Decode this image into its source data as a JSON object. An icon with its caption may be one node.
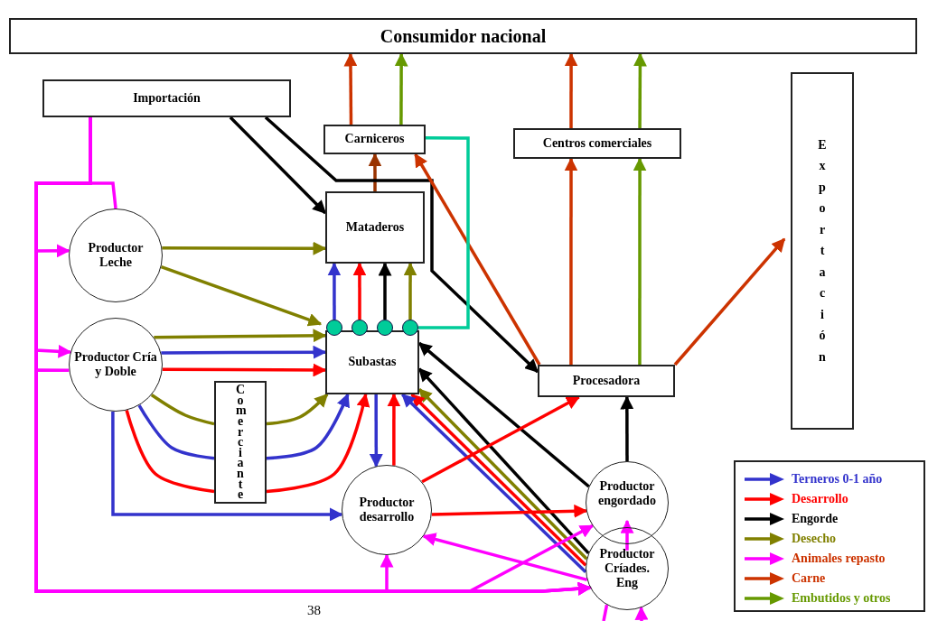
{
  "diagram": {
    "nodes": [
      {
        "text": [
          "Consumidor nacional"
        ]
      },
      {
        "text": [
          "Importación"
        ]
      },
      {
        "text": [
          "Carniceros"
        ]
      },
      {
        "text": [
          "Centros comerciales"
        ]
      },
      {
        "text": [
          "Exportación"
        ]
      },
      {
        "text": [
          "Mataderos"
        ]
      },
      {
        "text": [
          "Productor Leche"
        ]
      },
      {
        "text": [
          "Productor Cría y Doble"
        ]
      },
      {
        "text": [
          "Subastas"
        ]
      },
      {
        "text": [],
        "shape": "circle"
      },
      {
        "text": [],
        "shape": "circle"
      },
      {
        "text": [],
        "shape": "circle"
      },
      {
        "text": [],
        "shape": "circle"
      },
      {
        "text": [
          "Comerciante"
        ]
      },
      {
        "text": [
          "Procesadora"
        ]
      },
      {
        "text": [
          "Productor desarrollo"
        ]
      },
      {
        "text": [
          "Productor engordado"
        ]
      },
      {
        "text": [
          "Productor Críades. Eng"
        ]
      }
    ],
    "edges": [
      {
        "from": 2,
        "to": 0,
        "arrow": "to",
        "color": "#cc3300"
      },
      {
        "from": 2,
        "to": 0,
        "arrow": "to",
        "color": "#669900"
      },
      {
        "from": 3,
        "to": 0,
        "arrow": "to",
        "color": "#cc3300"
      },
      {
        "from": 3,
        "to": 0,
        "arrow": "to",
        "color": "#669900"
      },
      {
        "from": 5,
        "to": 2,
        "arrow": "to",
        "color": "#993300"
      },
      {
        "from": 1,
        "to": 5,
        "arrow": "to",
        "color": "#000000"
      },
      {
        "from": 1,
        "to": 14,
        "arrow": "to",
        "color": "#000000"
      },
      {
        "from": 14,
        "to": 2,
        "arrow": "to",
        "color": "#cc3300"
      },
      {
        "from": 14,
        "to": 3,
        "arrow": "to",
        "color": "#cc3300"
      },
      {
        "from": 14,
        "to": 3,
        "arrow": "to",
        "color": "#669900"
      },
      {
        "from": 14,
        "to": 4,
        "arrow": "to",
        "color": "#cc3300"
      },
      {
        "from": 6,
        "to": 5,
        "arrow": "to",
        "color": "#808000"
      },
      {
        "from": 6,
        "to": 8,
        "arrow": "to",
        "color": "#808000"
      },
      {
        "from": 7,
        "to": 8,
        "arrow": "to",
        "color": "#808000"
      },
      {
        "from": 7,
        "to": 8,
        "arrow": "to",
        "color": "#3333cc"
      },
      {
        "from": 7,
        "to": 8,
        "arrow": "to",
        "color": "#ff0000"
      },
      {
        "from": 7,
        "to": 13,
        "arrow": "none",
        "color": "#808000"
      },
      {
        "from": 7,
        "to": 13,
        "arrow": "none",
        "color": "#3333cc"
      },
      {
        "from": 7,
        "to": 13,
        "arrow": "none",
        "color": "#ff0000"
      },
      {
        "from": 13,
        "to": 8,
        "arrow": "to",
        "color": "#808000"
      },
      {
        "from": 13,
        "to": 8,
        "arrow": "to",
        "color": "#3333cc"
      },
      {
        "from": 13,
        "to": 8,
        "arrow": "to",
        "color": "#ff0000"
      },
      {
        "from": 7,
        "to": 15,
        "arrow": "to",
        "color": "#3333cc"
      },
      {
        "from": 8,
        "to": 15,
        "arrow": "to",
        "color": "#3333cc"
      },
      {
        "from": 15,
        "to": 8,
        "arrow": "to",
        "color": "#ff0000"
      },
      {
        "from": 9,
        "to": 5,
        "arrow": "to",
        "color": "#3333cc"
      },
      {
        "from": 10,
        "to": 5,
        "arrow": "to",
        "color": "#ff0000"
      },
      {
        "from": 11,
        "to": 5,
        "arrow": "to",
        "color": "#000000"
      },
      {
        "from": 12,
        "to": 5,
        "arrow": "to",
        "color": "#808000"
      },
      {
        "from": 12,
        "to": 2,
        "arrow": "none",
        "color": "#00cc99"
      },
      {
        "from": 16,
        "to": 8,
        "arrow": "to",
        "color": "#000000"
      },
      {
        "from": 17,
        "to": 8,
        "arrow": "to",
        "color": "#000000"
      },
      {
        "from": 17,
        "to": 8,
        "arrow": "to",
        "color": "#808000"
      },
      {
        "from": 17,
        "to": 8,
        "arrow": "to",
        "color": "#ff0000"
      },
      {
        "from": 17,
        "to": 8,
        "arrow": "to",
        "color": "#3333cc"
      },
      {
        "from": 15,
        "to": 14,
        "arrow": "to",
        "color": "#ff0000"
      },
      {
        "from": 15,
        "to": 16,
        "arrow": "to",
        "color": "#ff0000"
      },
      {
        "from": 16,
        "to": 14,
        "arrow": "to",
        "color": "#000000"
      },
      {
        "from": 17,
        "to": 16,
        "arrow": "to",
        "color": "#ff00ff"
      },
      {
        "from": 17,
        "to": 15,
        "arrow": "to",
        "color": "#ff00ff"
      },
      {
        "from": 1,
        "to": 6,
        "arrow": "to",
        "color": "#ff00ff"
      },
      {
        "from": 1,
        "to": 7,
        "arrow": "to",
        "color": "#ff00ff"
      },
      {
        "from": 7,
        "to": 17,
        "arrow": "to",
        "color": "#ff00ff"
      },
      {
        "from": 1,
        "to": 15,
        "arrow": "to",
        "color": "#ff00ff"
      },
      {
        "from": 1,
        "to": 16,
        "arrow": "to",
        "color": "#ff00ff"
      },
      {
        "from": 1,
        "to": 17,
        "arrow": "to",
        "color": "#ff00ff"
      },
      {
        "from": 6,
        "to": 17,
        "arrow": "to",
        "color": "#ff00ff"
      },
      {
        "from": 17,
        "to": null,
        "arrow": "none",
        "color": "#ff00ff"
      },
      {
        "from": null,
        "to": 17,
        "arrow": "to",
        "color": "#ff00ff"
      }
    ],
    "labels": [
      "38"
    ],
    "legend": [
      {
        "text": "Terneros 0-1 año"
      },
      {
        "text": "Desarrollo"
      },
      {
        "text": "Engorde"
      },
      {
        "text": "Desecho"
      },
      {
        "text": "Animales repasto"
      },
      {
        "text": "Carne"
      },
      {
        "text": "Embutidos y otros"
      }
    ]
  }
}
